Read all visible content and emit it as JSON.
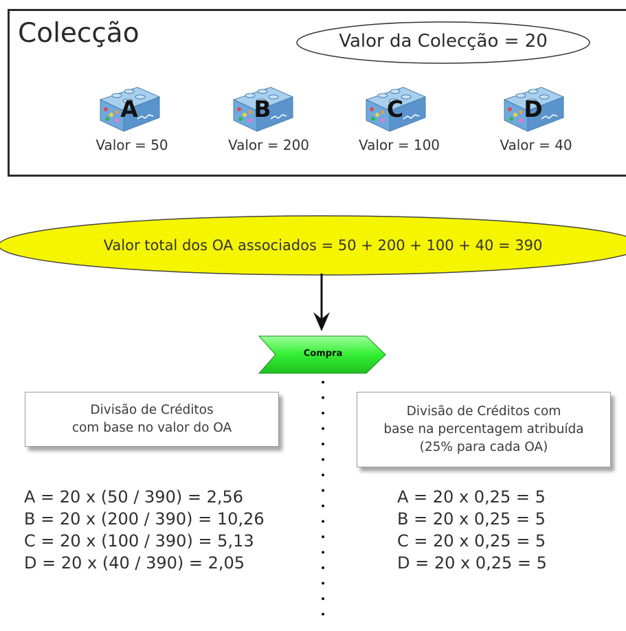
{
  "collection": {
    "title": "Colecção",
    "value_label": "Valor da Colecção = 20",
    "items": [
      {
        "letter": "A",
        "value_label": "Valor = 50"
      },
      {
        "letter": "B",
        "value_label": "Valor = 200"
      },
      {
        "letter": "C",
        "value_label": "Valor = 100"
      },
      {
        "letter": "D",
        "value_label": "Valor = 40"
      }
    ]
  },
  "total": {
    "label": "Valor total dos OA associados = 50 + 200 + 100 + 40 = 390",
    "fill_color": "#f5f500"
  },
  "purchase": {
    "label": "Compra",
    "fill_color": "#33ee33"
  },
  "methods": {
    "left": {
      "lines": [
        "Divisão de Créditos",
        "com base no valor do OA"
      ],
      "results": [
        "A = 20 x (50 / 390) = 2,56",
        "B = 20 x (200 / 390) = 10,26",
        "C = 20 x (100 / 390) = 5,13",
        "D = 20 x (40 / 390) = 2,05"
      ]
    },
    "right": {
      "lines": [
        "Divisão de Créditos com",
        "base na percentagem atribuída",
        "(25% para cada OA)"
      ],
      "results": [
        "A = 20 x 0,25 = 5",
        "B = 20 x 0,25 = 5",
        "C = 20 x 0,25 = 5",
        "D = 20 x 0,25 = 5"
      ]
    }
  },
  "icons": {
    "block": "lego-block-icon",
    "arrow": "arrow-down-icon",
    "chevron": "chevron-step-icon"
  }
}
